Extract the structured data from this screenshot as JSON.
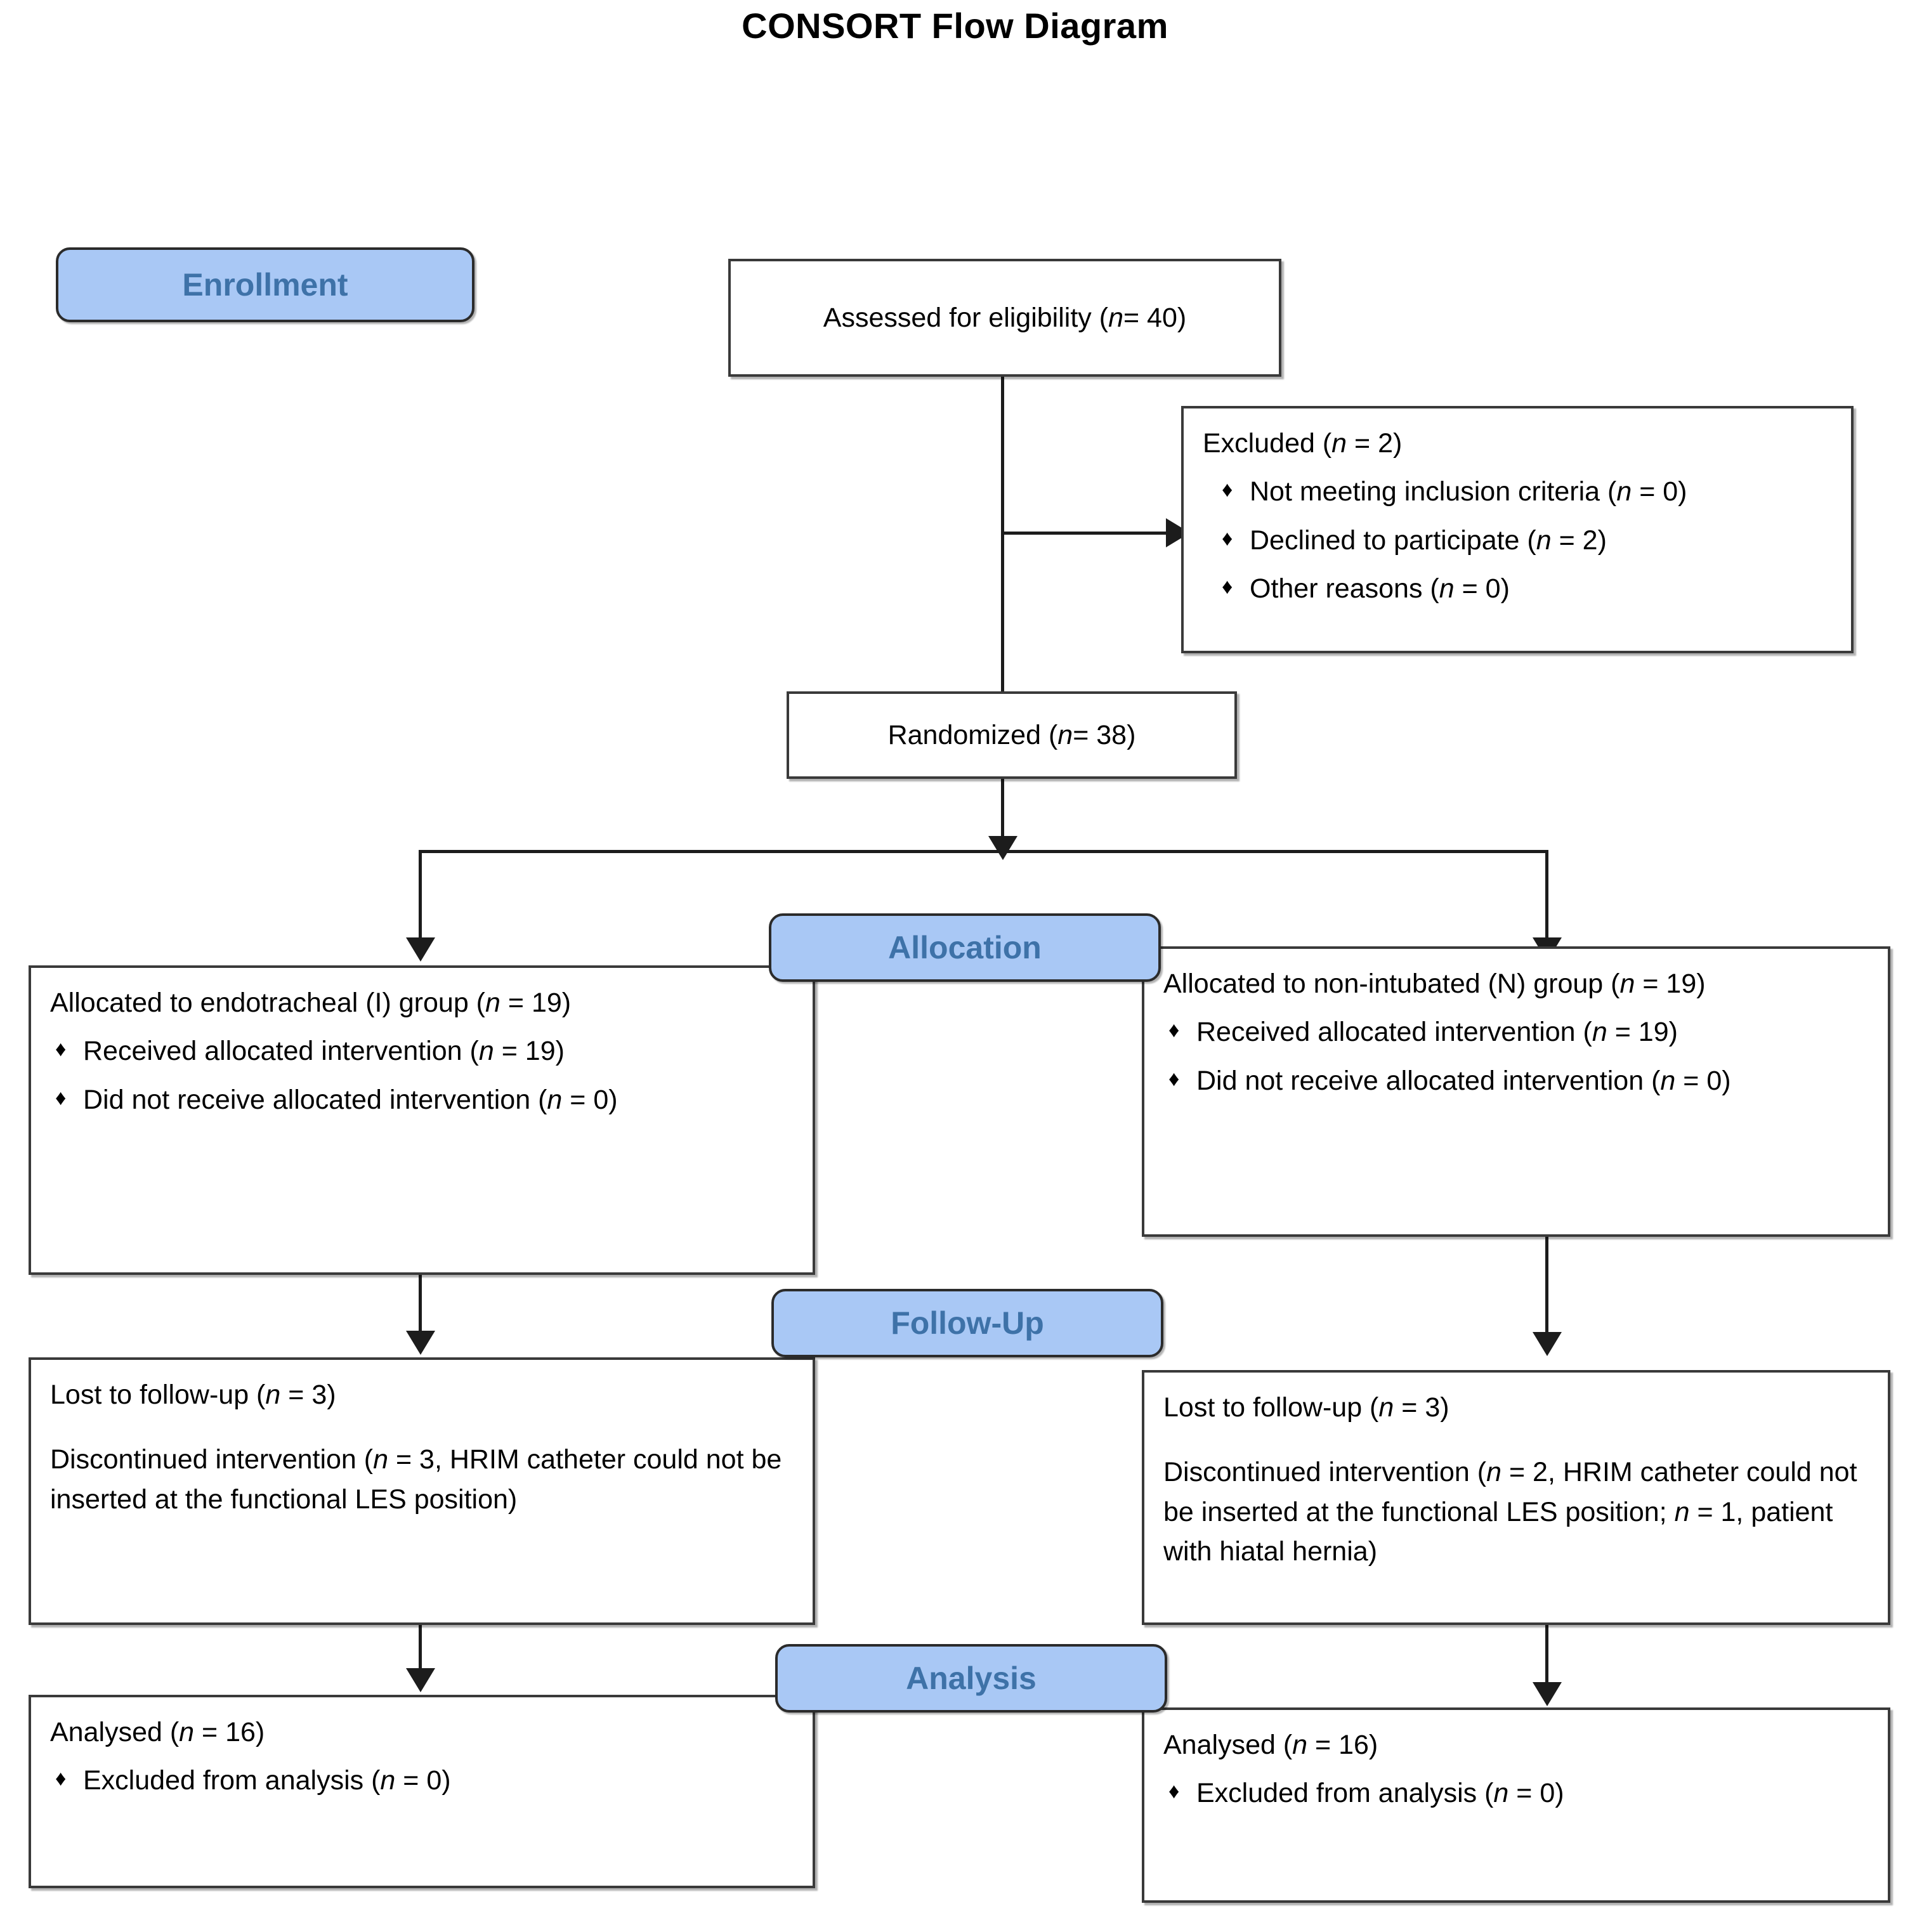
{
  "title": "CONSORT Flow Diagram",
  "stages": [
    {
      "key": "enrollment",
      "label": "Enrollment"
    },
    {
      "key": "allocation",
      "label": "Allocation"
    },
    {
      "key": "followup",
      "label": "Follow-Up"
    },
    {
      "key": "analysis",
      "label": "Analysis"
    }
  ],
  "colors": {
    "badge_fill": "#a9c8f5",
    "badge_text": "#3e72a8",
    "badge_border": "#2b2b2b",
    "box_border": "#3a3a3a",
    "connector": "#1c1c1c",
    "page_background": "#ffffff",
    "text": "#000000"
  },
  "bullet_glyph": "♦",
  "boxes": {
    "assessed": {
      "lead": "Assessed for eligibility (",
      "lead_n": "n",
      "lead_tail": " = 40)"
    },
    "excluded": {
      "lead": "Excluded (",
      "lead_n": "n",
      "lead_tail": " = 2)",
      "items": [
        {
          "text": "Not meeting inclusion criteria (",
          "n": "n",
          "tail": " = 0)"
        },
        {
          "text": "Declined to participate (",
          "n": "n",
          "tail": " = 2)"
        },
        {
          "text": "Other reasons (",
          "n": "n",
          "tail": " = 0)"
        }
      ]
    },
    "randomized": {
      "lead": "Randomized (",
      "lead_n": "n",
      "lead_tail": " = 38)"
    },
    "alloc_left": {
      "lead": "Allocated to endotracheal (I) group (",
      "lead_n": "n",
      "lead_tail": " = 19)",
      "items": [
        {
          "text": "Received allocated intervention (",
          "n": "n",
          "tail": " = 19)"
        },
        {
          "text": "Did not receive allocated intervention (",
          "n": "n",
          "tail": " = 0)"
        }
      ]
    },
    "alloc_right": {
      "lead": "Allocated to non-intubated (N) group (",
      "lead_n": "n",
      "lead_tail": " = 19)",
      "items": [
        {
          "text": "Received allocated intervention (",
          "n": "n",
          "tail": " = 19)"
        },
        {
          "text": "Did not receive allocated intervention (",
          "n": "n",
          "tail": " = 0)"
        }
      ]
    },
    "followup_left": {
      "lead": "Lost to follow-up (",
      "lead_n": "n",
      "lead_tail": " = 3)",
      "para_a": "Discontinued intervention (",
      "para_n1": "n",
      "para_b": " = 3, HRIM catheter could not be inserted at the functional LES position)"
    },
    "followup_right": {
      "lead": "Lost to follow-up (",
      "lead_n": "n",
      "lead_tail": " = 3)",
      "para_a": "Discontinued intervention (",
      "para_n1": "n",
      "para_b": " = 2, HRIM catheter could not be inserted at the functional LES position; ",
      "para_n2": "n",
      "para_c": " = 1, patient with hiatal hernia)"
    },
    "analysis_left": {
      "lead": "Analysed (",
      "lead_n": "n",
      "lead_tail": " = 16)",
      "items": [
        {
          "text": "Excluded from analysis (",
          "n": "n",
          "tail": " = 0)"
        }
      ]
    },
    "analysis_right": {
      "lead": "Analysed (",
      "lead_n": "n",
      "lead_tail": " = 16)",
      "items": [
        {
          "text": "Excluded from analysis (",
          "n": "n",
          "tail": " = 0)"
        }
      ]
    }
  }
}
